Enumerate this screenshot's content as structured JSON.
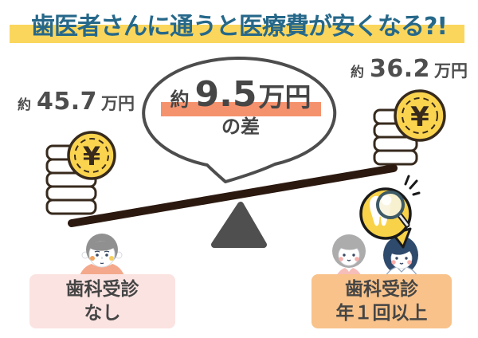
{
  "title": "歯医者さんに通うと医療費が安くなる?!",
  "comparison_bubble": {
    "prefix": "約",
    "value": "9.5",
    "unit": "万円",
    "suffix": "の差"
  },
  "left_side": {
    "amount_prefix": "約",
    "amount_value": "45.7",
    "amount_unit": "万円",
    "coin_symbol": "¥",
    "caption": [
      "歯科受診",
      "なし"
    ]
  },
  "right_side": {
    "amount_prefix": "約",
    "amount_value": "36.2",
    "amount_unit": "万円",
    "coin_symbol": "¥",
    "caption": [
      "歯科受診",
      "年１回以上"
    ]
  },
  "colors": {
    "title_text": "#26688A",
    "title_highlight": "#FBD65C",
    "bubble_outline": "#4D4D4D",
    "bubble_highlight": "#F5926E",
    "coin_yellow": "#FBD44F",
    "outline_brown": "#372A1D",
    "beam": "#2B1910",
    "fulcrum": "#4F4F4F",
    "left_caption_bg": "#FBE3E1",
    "right_caption_bg": "#F8C28A",
    "tooth_bubble_yellow": "#F8D248"
  },
  "chart_data": {
    "type": "bar",
    "title": "歯医者さんに通うと医療費が安くなる?!",
    "categories": [
      "歯科受診なし",
      "歯科受診 年１回以上"
    ],
    "values": [
      45.7,
      36.2
    ],
    "unit": "万円",
    "difference": 9.5,
    "annotation": "約9.5万円の差"
  }
}
